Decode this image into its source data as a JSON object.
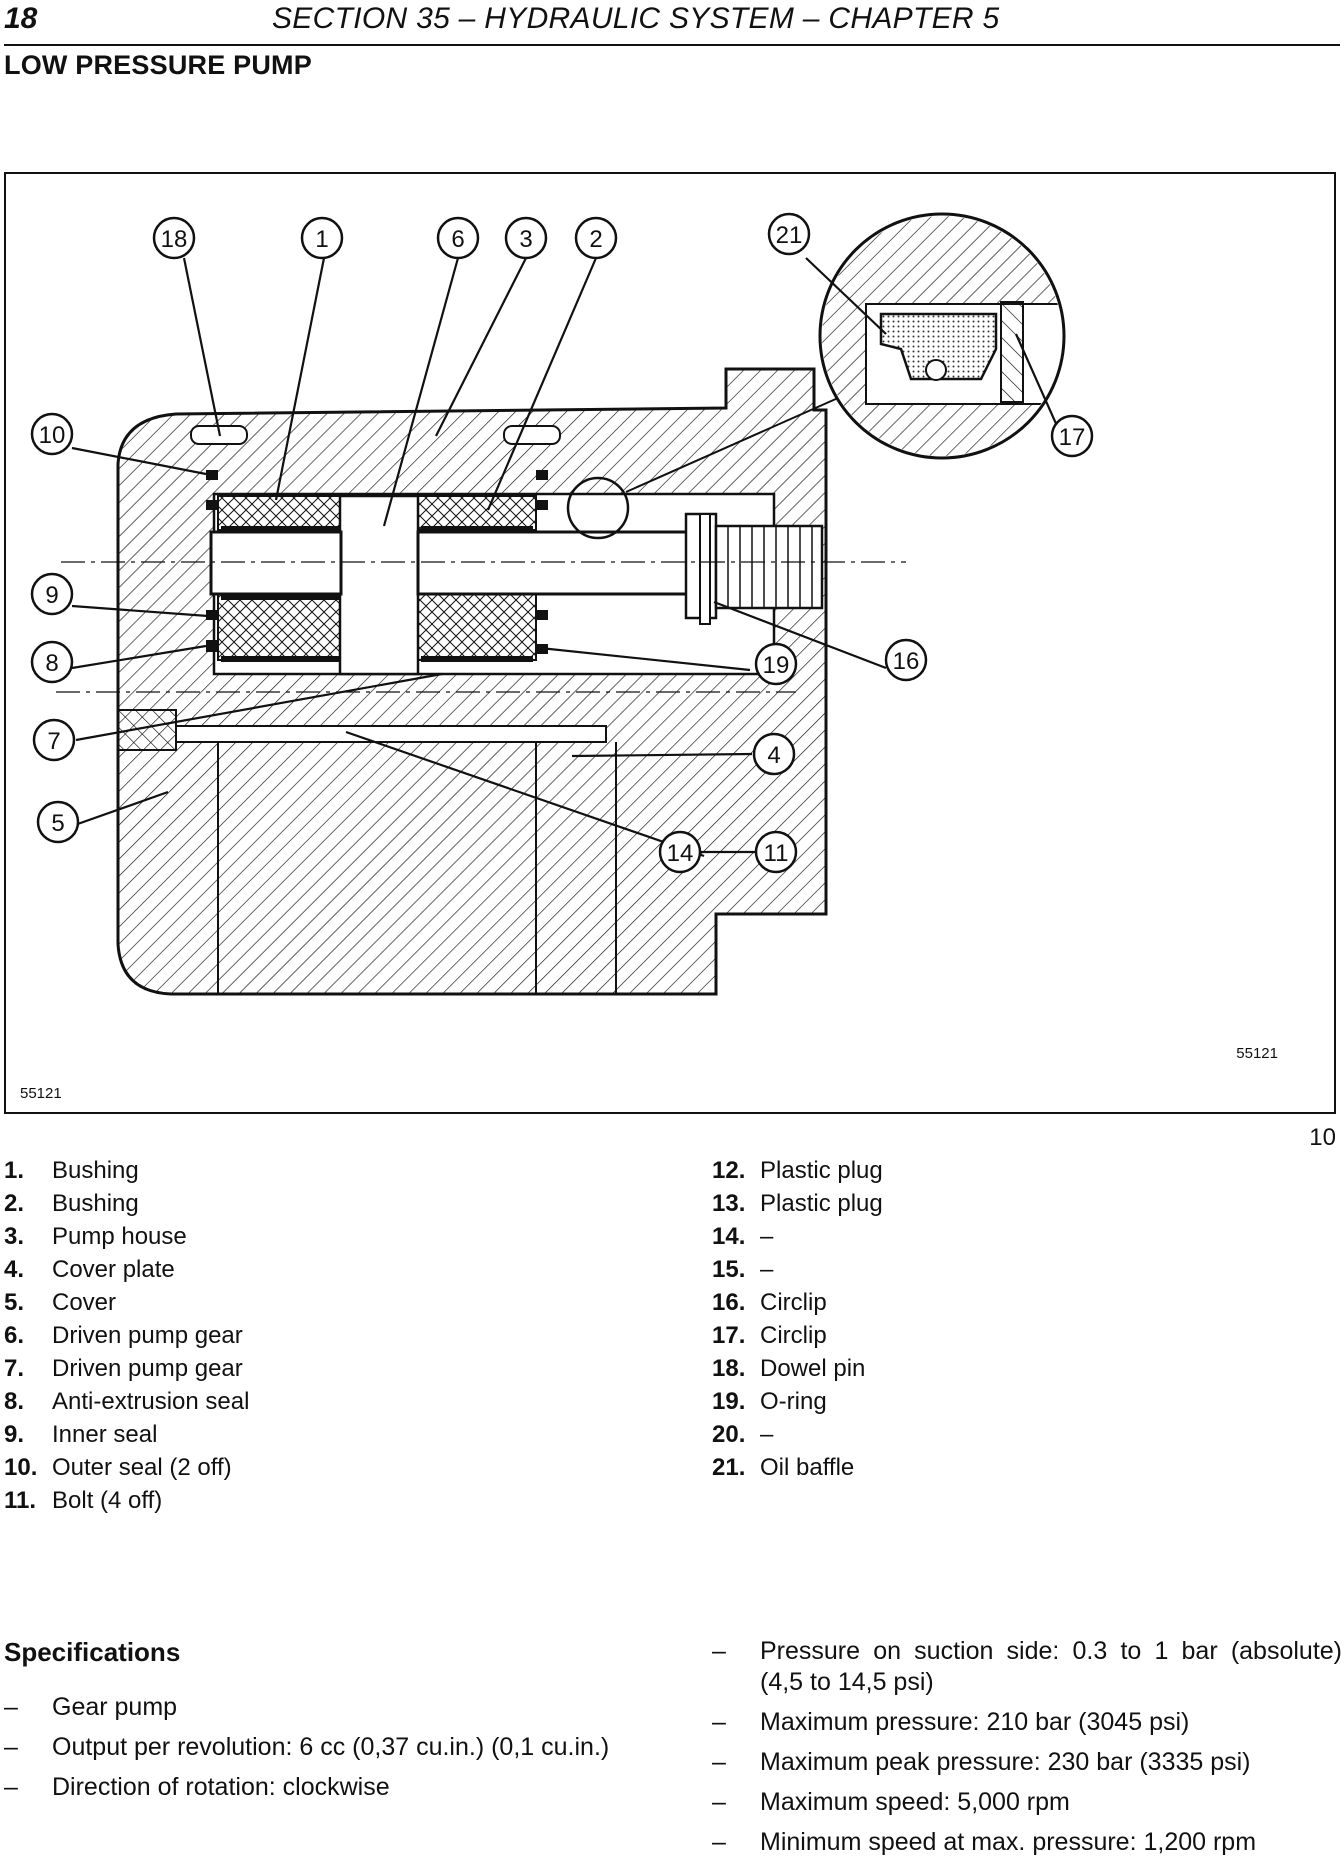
{
  "header": {
    "page_number": "18",
    "section_title": "SECTION 35 – HYDRAULIC SYSTEM – CHAPTER 5",
    "subtitle": "LOW PRESSURE PUMP"
  },
  "figure": {
    "ref_left": "55121",
    "ref_right": "55121",
    "figure_number": "10",
    "callouts": [
      "18",
      "1",
      "6",
      "3",
      "2",
      "21",
      "10",
      "17",
      "9",
      "8",
      "19",
      "16",
      "7",
      "4",
      "5",
      "14",
      "11"
    ]
  },
  "parts_left": [
    {
      "num": "1.",
      "name": "Bushing"
    },
    {
      "num": "2.",
      "name": "Bushing"
    },
    {
      "num": "3.",
      "name": "Pump house"
    },
    {
      "num": "4.",
      "name": "Cover plate"
    },
    {
      "num": "5.",
      "name": "Cover"
    },
    {
      "num": "6.",
      "name": "Driven pump gear"
    },
    {
      "num": "7.",
      "name": "Driven pump gear"
    },
    {
      "num": "8.",
      "name": "Anti-extrusion seal"
    },
    {
      "num": "9.",
      "name": "Inner seal"
    },
    {
      "num": "10.",
      "name": "Outer seal (2 off)"
    },
    {
      "num": "11.",
      "name": "Bolt (4 off)"
    }
  ],
  "parts_right": [
    {
      "num": "12.",
      "name": "Plastic plug"
    },
    {
      "num": "13.",
      "name": "Plastic plug"
    },
    {
      "num": "14.",
      "name": "–"
    },
    {
      "num": "15.",
      "name": "–"
    },
    {
      "num": "16.",
      "name": "Circlip"
    },
    {
      "num": "17.",
      "name": "Circlip"
    },
    {
      "num": "18.",
      "name": "Dowel pin"
    },
    {
      "num": "19.",
      "name": "O-ring"
    },
    {
      "num": "20.",
      "name": "–"
    },
    {
      "num": "21.",
      "name": "Oil baffle"
    }
  ],
  "specifications": {
    "heading": "Specifications",
    "dash": "–",
    "left": [
      "Gear pump",
      "Output per revolution: 6 cc (0,37 cu.in.) (0,1 cu.in.)",
      "Direction of rotation: clockwise"
    ],
    "right": [
      "Pressure on suction side: 0.3 to 1 bar (absolute) (4,5 to 14,5 psi)",
      "Maximum pressure: 210 bar (3045 psi)",
      "Maximum peak pressure: 230 bar (3335 psi)",
      "Maximum speed: 5,000 rpm",
      "Minimum speed at max. pressure: 1,200 rpm"
    ]
  }
}
